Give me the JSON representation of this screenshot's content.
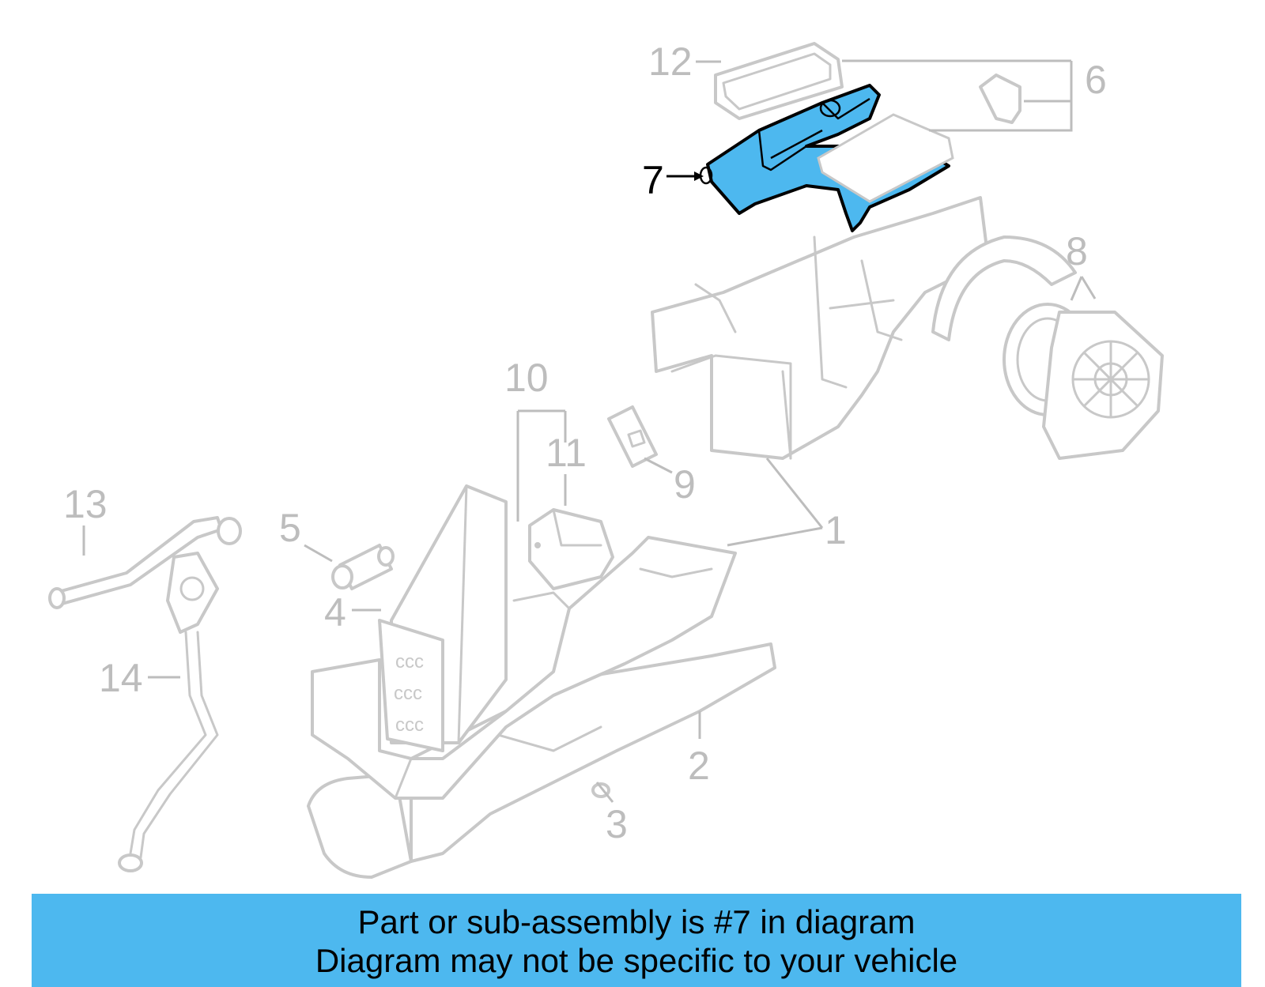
{
  "callouts": {
    "n1": "1",
    "n2": "2",
    "n3": "3",
    "n4": "4",
    "n5": "5",
    "n6": "6",
    "n7": "7",
    "n8": "8",
    "n9": "9",
    "n10": "10",
    "n11": "11",
    "n12": "12",
    "n13": "13",
    "n14": "14"
  },
  "highlighted_part": "7",
  "colors": {
    "highlight": "#4db8ef",
    "banner": "#4db8ef",
    "faded_part": "#c8c8c8"
  },
  "banner": {
    "line1": "Part or sub-assembly is #7 in diagram",
    "line2": "Diagram may not be specific to your vehicle"
  }
}
